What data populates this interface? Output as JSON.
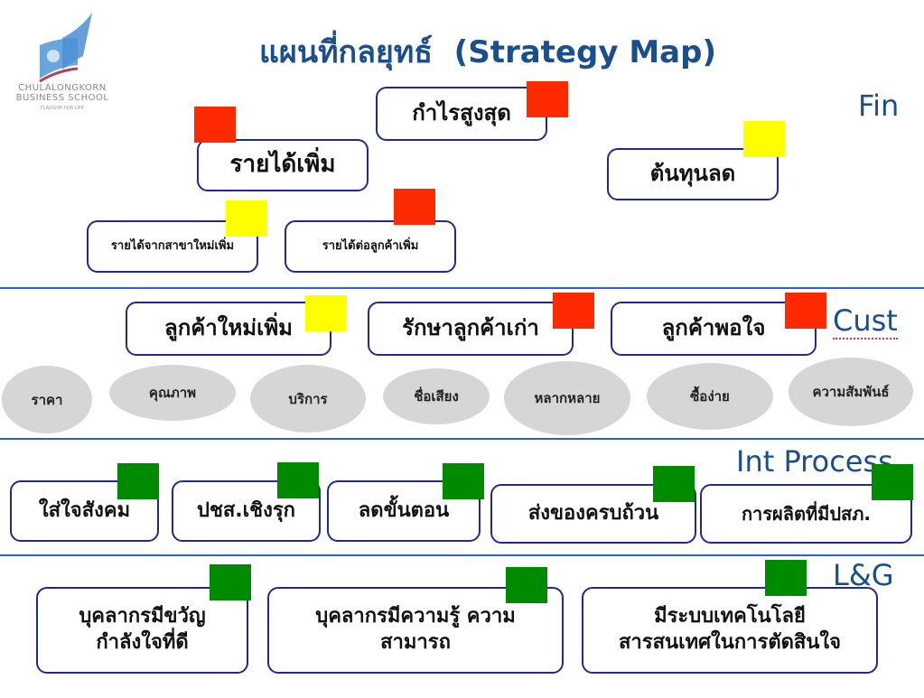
{
  "title": "แผนที่กลยุทธ์  (Strategy Map)",
  "logo": {
    "line1": "CHULALONGKORN",
    "line2": "BUSINESS SCHOOL",
    "tagline": "FLAGSHIP FOR LIFE"
  },
  "perspectives": {
    "fin": "Fin",
    "cust": "Cust",
    "int": "Int Process",
    "lg": "L&G"
  },
  "fin": [
    "กำไรสูงสุด",
    "รายได้เพิ่ม",
    "ต้นทุนลด",
    "รายได้จากสาขาใหม่เพิ่ม",
    "รายได้ต่อลูกค้าเพิ่ม"
  ],
  "cust": [
    "ลูกค้าใหม่เพิ่ม",
    "รักษาลูกค้าเก่า",
    "ลูกค้าพอใจ"
  ],
  "attributes": [
    "ราคา",
    "คุณภาพ",
    "บริการ",
    "ชื่อเสียง",
    "หลากหลาย",
    "ซื้อง่าย",
    "ความสัมพันธ์"
  ],
  "int": [
    "ใส่ใจสังคม",
    "ปชส.เชิงรุก",
    "ลดขั้นตอน",
    "ส่งของครบถ้วน",
    "การผลิตที่มีปสภ."
  ],
  "lg": [
    [
      "บุคลากรมีขวัญ",
      "กำลังใจที่ดี"
    ],
    [
      "บุคลากรมีความรู้ ความ",
      "สามารถ"
    ],
    [
      "มีระบบเทคโนโลยี",
      "สารสนเทศในการตัดสินใจ"
    ]
  ],
  "status_colors": {
    "red": "#ff2a00",
    "yellow": "#ffff00",
    "green": "#008a00"
  }
}
